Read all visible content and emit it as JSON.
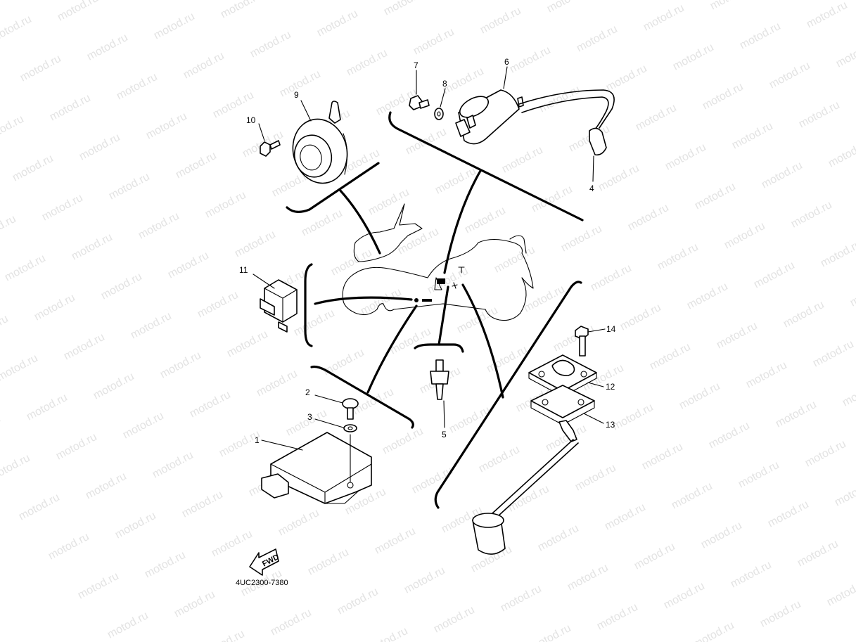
{
  "watermark": {
    "text": "motod.ru",
    "color": "#e3e3e3"
  },
  "diagram_code": "4UC2300-7380",
  "fwd_marker": {
    "text": "FWD",
    "icon": "fwd-arrow-icon"
  },
  "callouts": {
    "c1": "1",
    "c2": "2",
    "c3": "3",
    "c4": "4",
    "c5": "5",
    "c6": "6",
    "c7": "7",
    "c8": "8",
    "c9": "9",
    "c10": "10",
    "c11": "11",
    "c12": "12",
    "c13": "13",
    "c14": "14"
  },
  "parts": {
    "p1": "control-unit-icon",
    "p2": "screw-icon",
    "p3": "washer-icon",
    "p4": "spark-plug-cap-icon",
    "p5": "sensor-icon",
    "p6": "ignition-coil-icon",
    "p7": "bolt-icon",
    "p8": "washer-icon",
    "p9": "horn-icon",
    "p10": "bolt-icon",
    "p11": "relay-icon",
    "p12": "fuel-sender-gasket-icon",
    "p13": "fuel-level-sender-icon",
    "p14": "bolt-icon"
  }
}
